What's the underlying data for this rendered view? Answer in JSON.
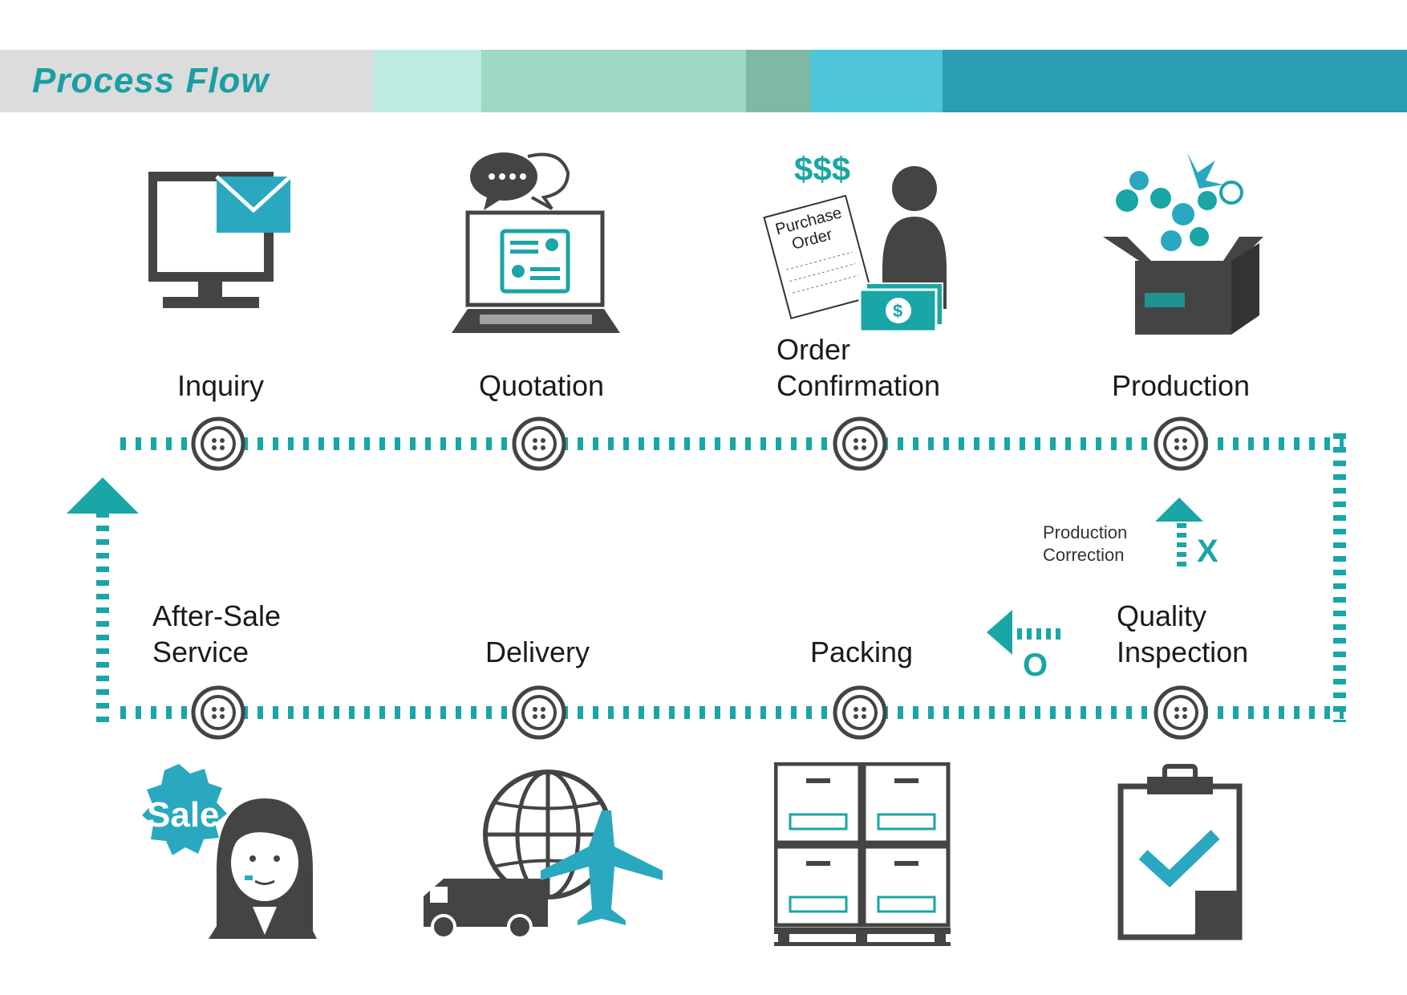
{
  "header": {
    "title": "Process Flow"
  },
  "steps": {
    "inquiry": "Inquiry",
    "quotation": "Quotation",
    "order_line1": "Order",
    "order_line2": "Confirmation",
    "production": "Production",
    "quality_line1": "Quality",
    "quality_line2": "Inspection",
    "packing": "Packing",
    "delivery": "Delivery",
    "aftersale_line1": "After-Sale",
    "aftersale_line2": "Service"
  },
  "feedback": {
    "correction_line1": "Production",
    "correction_line2": "Correction",
    "pass_mark": "O",
    "fail_mark": "X"
  },
  "icon_text": {
    "dollars": "$$$",
    "po_line1": "Purchase",
    "po_line2": "Order",
    "sale": "Sale"
  },
  "colors": {
    "teal": "#1aa5a6",
    "dark": "#3a3a3a",
    "accent": "#2aa8c0"
  }
}
